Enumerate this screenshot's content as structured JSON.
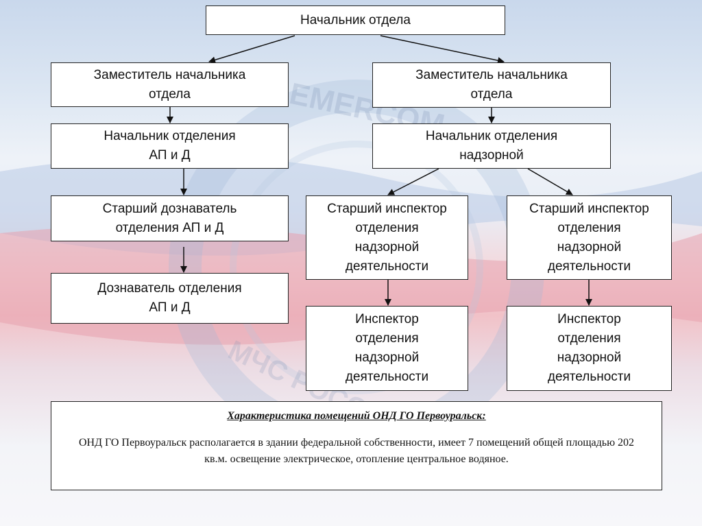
{
  "nodes": {
    "head": [
      "Начальник отдела"
    ],
    "deputy_left": [
      "Заместитель начальника",
      "отдела"
    ],
    "deputy_right": [
      "Заместитель начальника",
      "отдела"
    ],
    "section_head_ap": [
      "Начальник отделения",
      "АП и Д"
    ],
    "section_head_supervisory": [
      "Начальник отделения",
      "надзорной"
    ],
    "senior_investigator": [
      "Старший дознаватель",
      "отделения АП и Д"
    ],
    "investigator": [
      "Дознаватель отделения",
      "АП и Д"
    ],
    "senior_inspector_1": [
      "Старший инспектор",
      "отделения",
      "надзорной",
      "деятельности"
    ],
    "senior_inspector_2": [
      "Старший инспектор",
      "отделения",
      "надзорной",
      "деятельности"
    ],
    "inspector_1": [
      "Инспектор",
      "отделения",
      "надзорной",
      "деятельности"
    ],
    "inspector_2": [
      "Инспектор",
      "отделения",
      "надзорной",
      "деятельности"
    ]
  },
  "info": {
    "title": "Характеристика помещений ОНД ГО Первоуральск:",
    "text": "ОНД ГО Первоуральск располагается в здании федеральной собственности, имеет 7 помещений общей площадью 202 кв.м. освещение электрическое, отопление центральное водяное."
  },
  "colors": {
    "box_border": "#222222",
    "arrow": "#111111",
    "flag_blue": "#9fb8dc",
    "flag_red": "#e89aa6"
  },
  "background": {
    "emblem_text_top": "EMERCOM",
    "emblem_text_bottom": "МЧС РОССИИ"
  }
}
